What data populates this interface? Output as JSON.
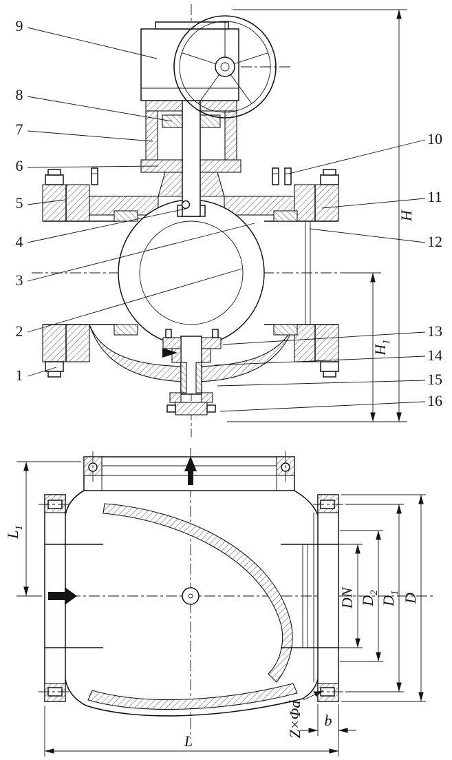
{
  "front_view": {
    "parts_left": [
      "9",
      "8",
      "7",
      "6",
      "5",
      "4",
      "3",
      "2",
      "1"
    ],
    "parts_right": [
      "10",
      "11",
      "12",
      "13",
      "14",
      "15",
      "16"
    ],
    "dims": {
      "H": "H",
      "H1": {
        "base": "H",
        "sub": "1"
      }
    }
  },
  "plan_view": {
    "dims": {
      "L": "L",
      "L1": {
        "base": "L",
        "sub": "1"
      },
      "DN": "DN",
      "D2": {
        "base": "D",
        "sub": "2"
      },
      "D1": {
        "base": "D",
        "sub": "1"
      },
      "D": "D",
      "bolt_spec": "Z×Φd",
      "b": "b"
    }
  }
}
